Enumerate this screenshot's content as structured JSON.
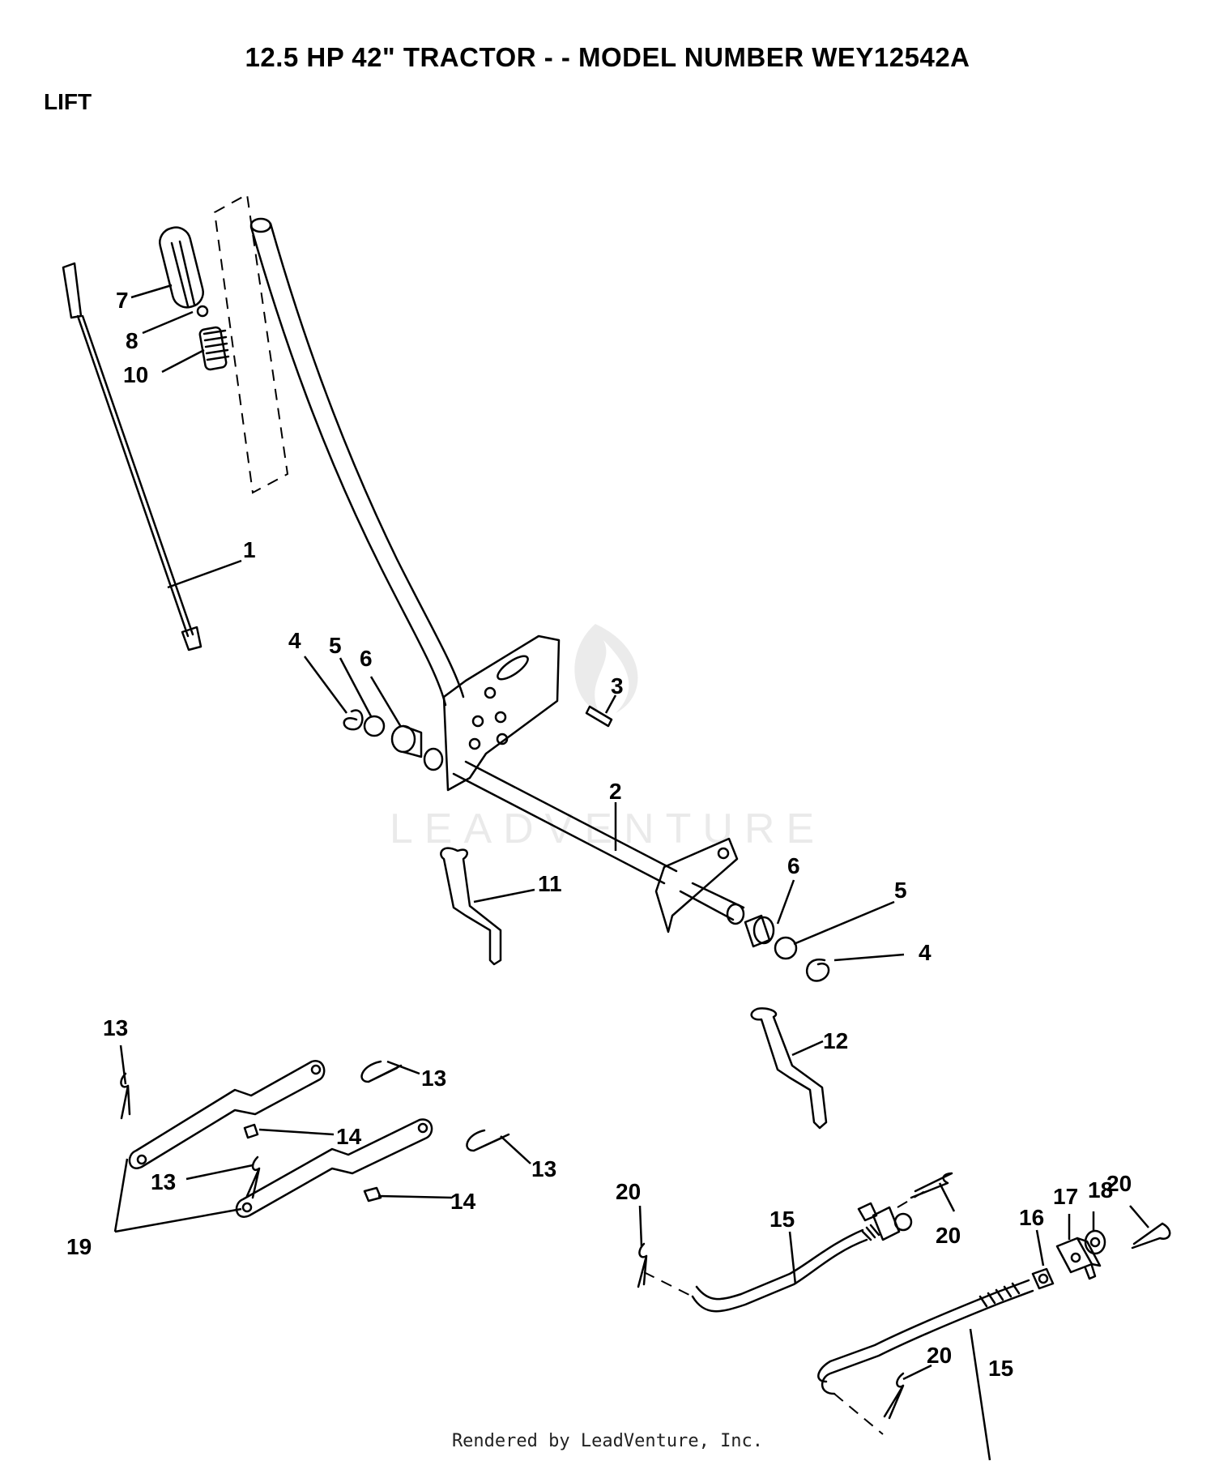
{
  "header": {
    "title": "12.5 HP 42\"   TRACTOR - - MODEL NUMBER WEY12542A",
    "section": "LIFT"
  },
  "watermark": {
    "text": "LEADVENTURE",
    "icon": "leadventure-flame-logo"
  },
  "footer": {
    "text": "Rendered by LeadVenture, Inc."
  },
  "callouts": {
    "c1": "1",
    "c2": "2",
    "c3": "3",
    "c4a": "4",
    "c4b": "4",
    "c5a": "5",
    "c5b": "5",
    "c6a": "6",
    "c6b": "6",
    "c7": "7",
    "c8": "8",
    "c10": "10",
    "c11": "11",
    "c12": "12",
    "c13a": "13",
    "c13b": "13",
    "c13c": "13",
    "c13d": "13",
    "c14a": "14",
    "c14b": "14",
    "c15a": "15",
    "c15b": "15",
    "c16": "16",
    "c17": "17",
    "c18": "18",
    "c19": "19",
    "c20a": "20",
    "c20b": "20",
    "c20c": "20",
    "c20d": "20"
  }
}
